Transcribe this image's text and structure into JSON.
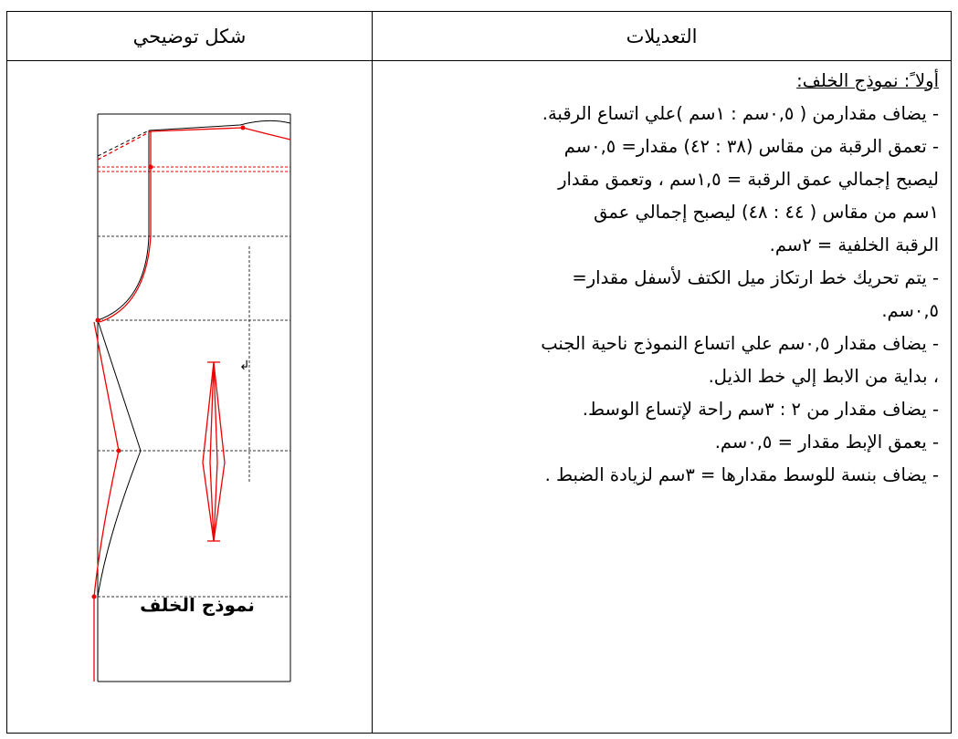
{
  "table": {
    "header_right": "التعديلات",
    "header_left": "شكل توضيحي"
  },
  "modifications": {
    "title": "أولا ً: نموذج الخلف:",
    "lines": [
      "- يضاف مقدارمن ( ٠,٥سم : ١سم )علي اتساع الرقبة.",
      "- تعمق الرقبة من مقاس (٣٨ : ٤٢) مقدار= ٠,٥سم",
      "ليصبح إجمالي عمق الرقبة = ١,٥سم ، وتعمق مقدار",
      "١سم من مقاس ( ٤٤ : ٤٨) ليصبح إجمالي عمق",
      "الرقبة الخلفية = ٢سم.",
      "- يتم تحريك خط ارتكاز ميل الكتف لأسفل مقدار=",
      "٠,٥سم.",
      "- يضاف مقدار ٠,٥سم علي اتساع النموذج ناحية الجنب",
      "، بداية من الابط إلي خط الذيل.",
      "- يضاف مقدار من ٢ : ٣سم راحة لإتساع الوسط.",
      "- يعمق الإبط مقدار = ٠,٥سم.",
      "- يضاف بنسة للوسط مقدارها = ٣سم لزيادة الضبط ."
    ]
  },
  "figure": {
    "caption": "نموذج الخلف",
    "colors": {
      "original": "#000000",
      "modified": "#ff0000",
      "guide": "#333333"
    }
  }
}
